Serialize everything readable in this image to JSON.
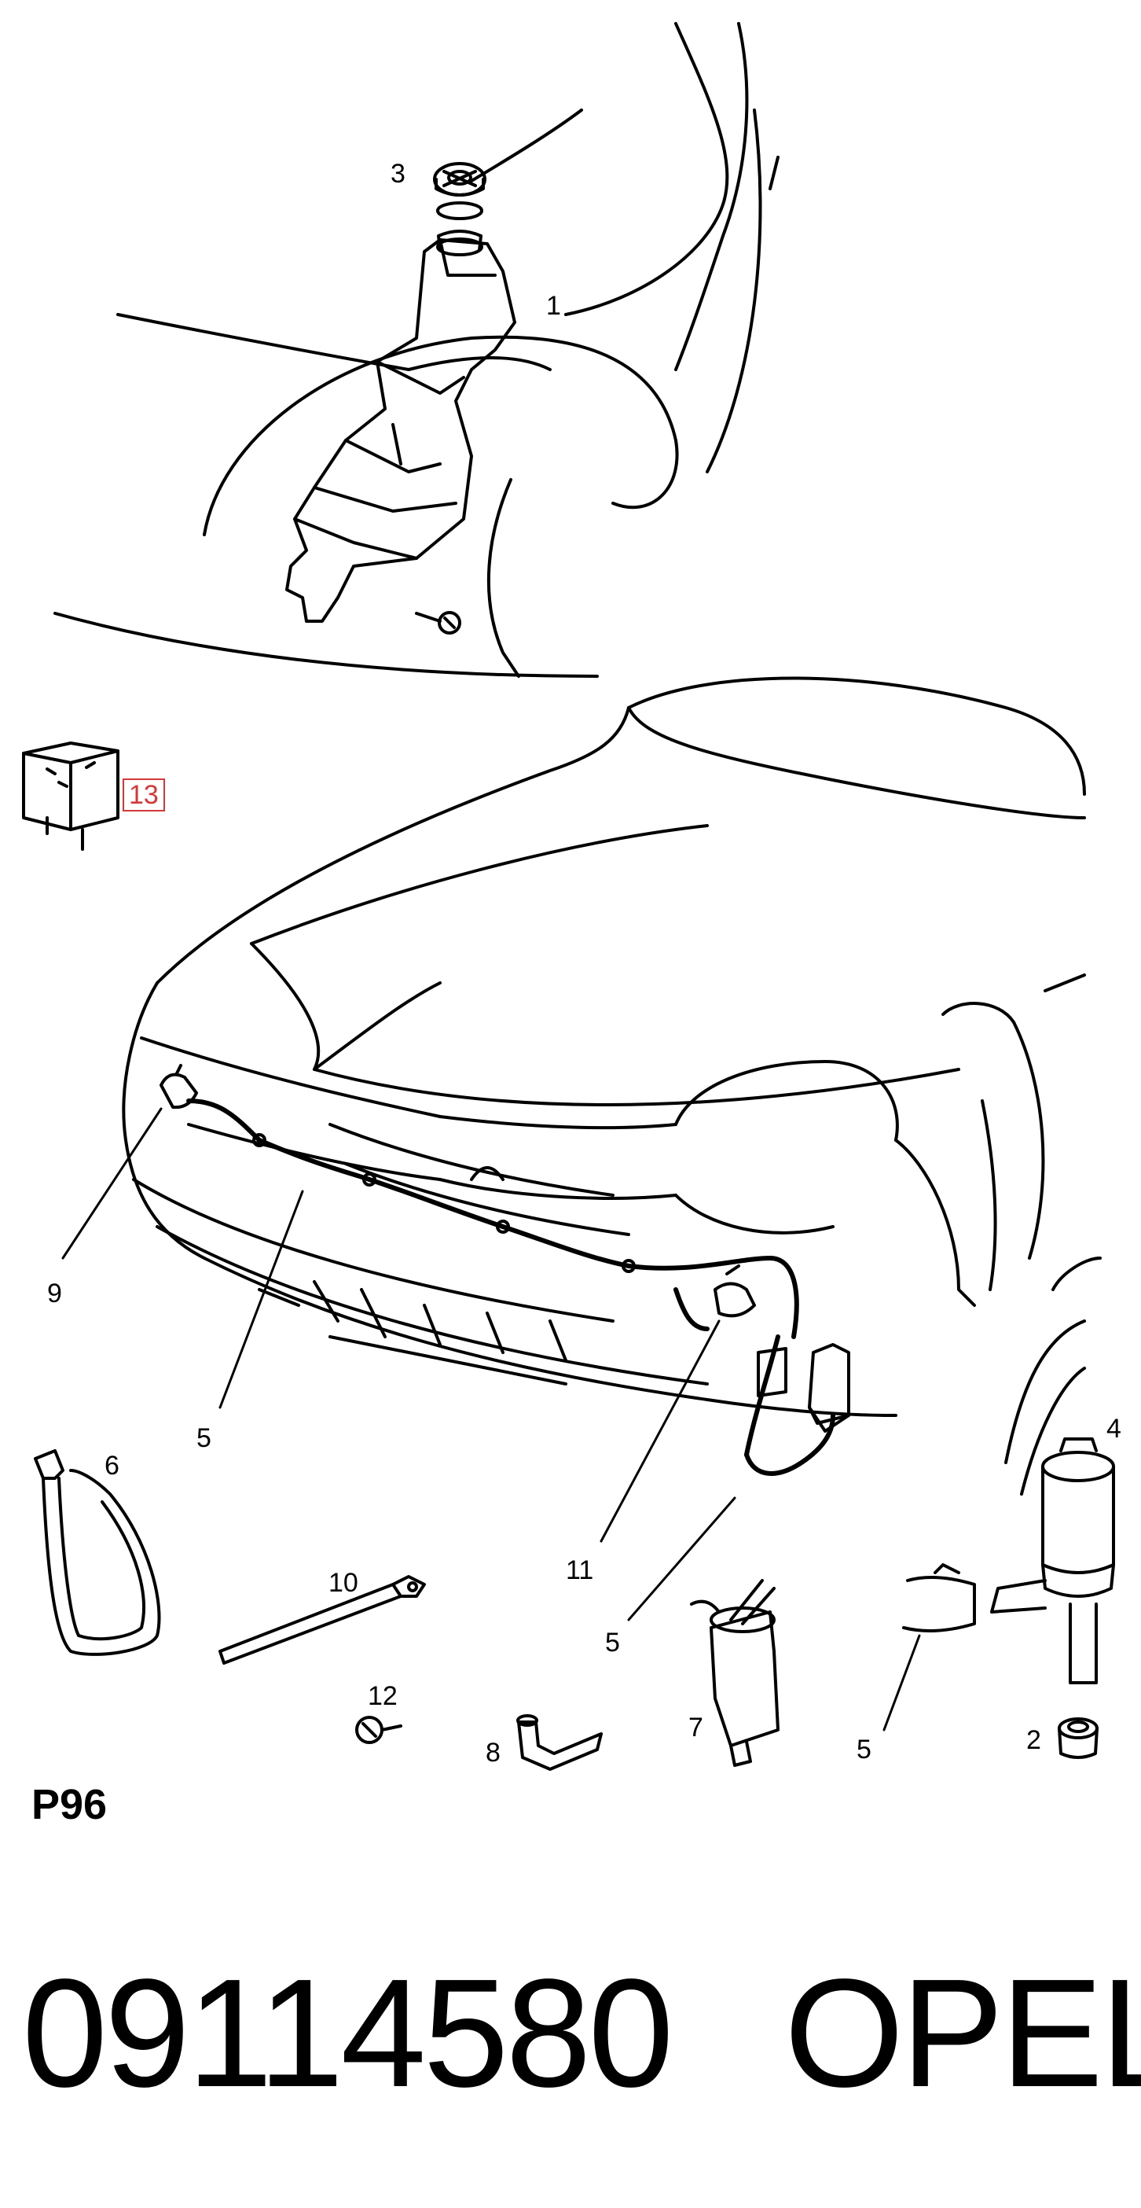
{
  "callouts": {
    "c1": "1",
    "c2": "2",
    "c3": "3",
    "c4": "4",
    "c5a": "5",
    "c5b": "5",
    "c5c": "5",
    "c6": "6",
    "c7": "7",
    "c8": "8",
    "c9": "9",
    "c10": "10",
    "c11": "11",
    "c12": "12",
    "c13": "13"
  },
  "page_code": "P96",
  "footer": {
    "part_number": "09114580",
    "brand": "OPEL"
  }
}
